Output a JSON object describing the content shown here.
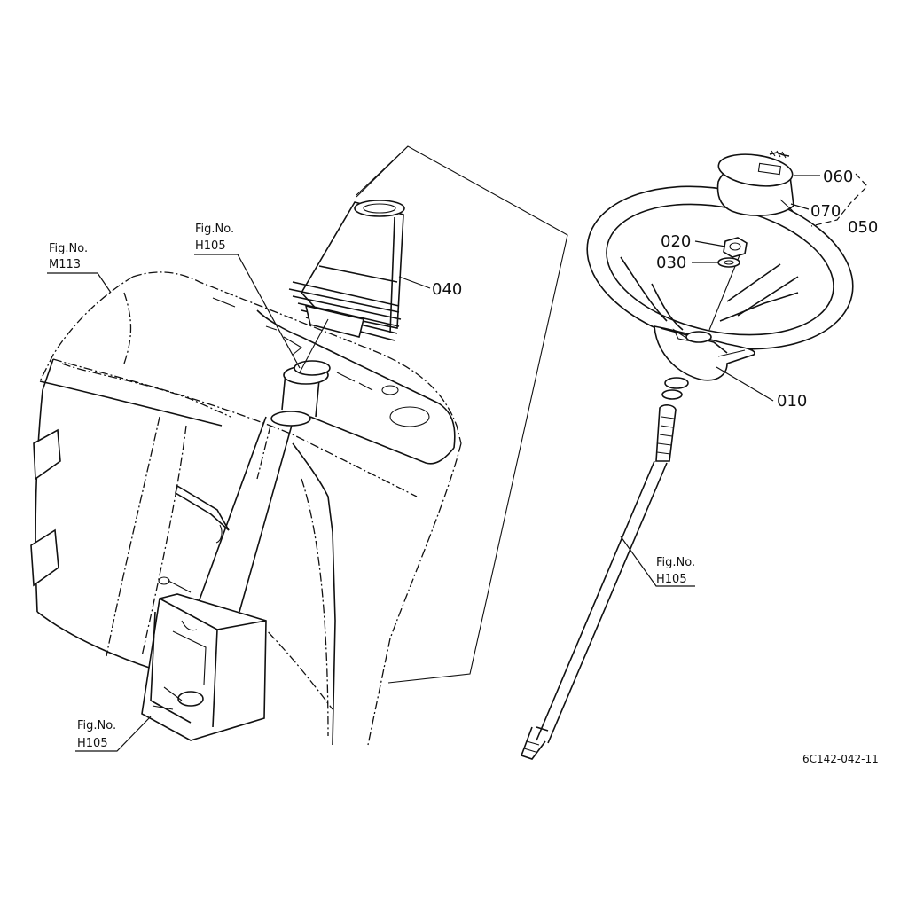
{
  "diagram": {
    "parts": [
      {
        "id": "010"
      },
      {
        "id": "020"
      },
      {
        "id": "030"
      },
      {
        "id": "040"
      },
      {
        "id": "050"
      },
      {
        "id": "060"
      },
      {
        "id": "070"
      }
    ],
    "figure_refs": [
      {
        "prefix": "Fig.No.",
        "number": "M113"
      },
      {
        "prefix": "Fig.No.",
        "number": "H105"
      },
      {
        "prefix": "Fig.No.",
        "number": "H105"
      },
      {
        "prefix": "Fig.No.",
        "number": "H105"
      }
    ],
    "drawing_code": "6C142-042-11"
  }
}
